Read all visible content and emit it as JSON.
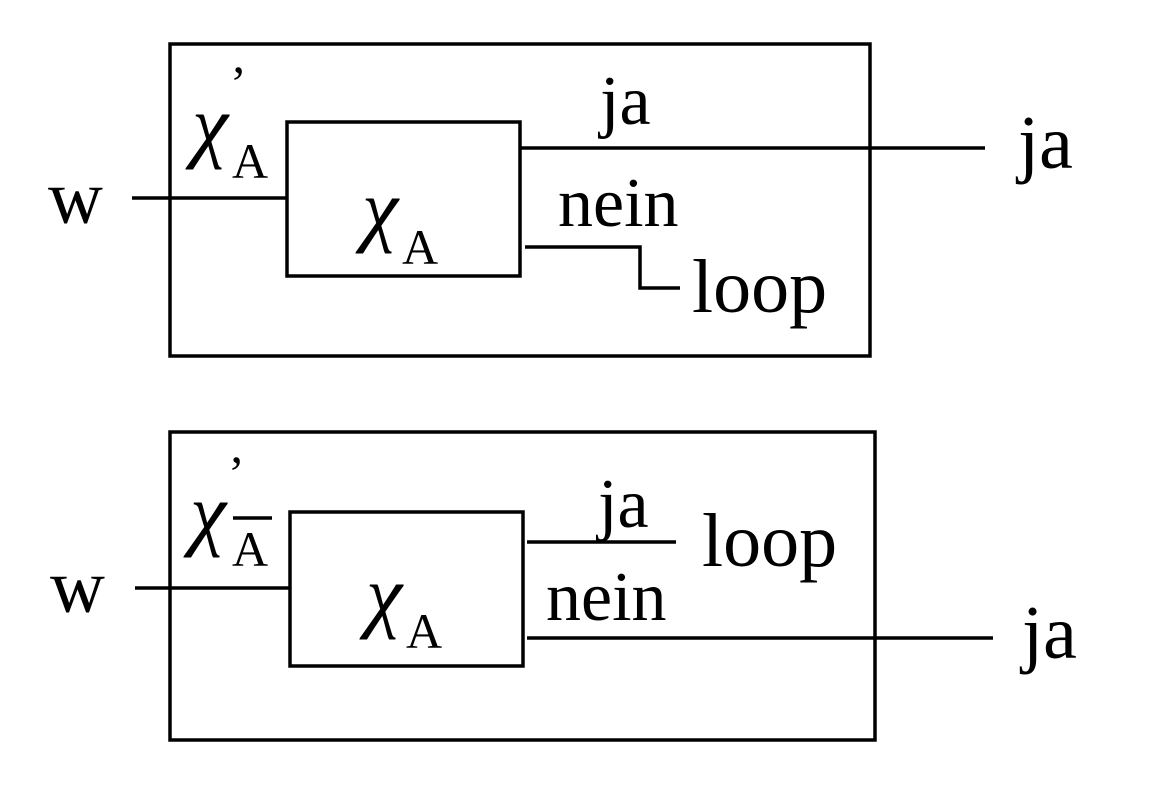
{
  "diagrams": [
    {
      "input_label": "w",
      "outer_symbol": "χ",
      "outer_prime": "’",
      "outer_subscript": "A",
      "inner_symbol": "χ",
      "inner_subscript": "A",
      "branch_yes": "ja",
      "branch_no": "nein",
      "loop_label": "loop",
      "output_label": "ja"
    },
    {
      "input_label": "w",
      "outer_symbol": "χ",
      "outer_prime": "’",
      "outer_subscript": "A",
      "outer_subscript_overline": true,
      "inner_symbol": "χ",
      "inner_subscript": "A",
      "branch_yes": "ja",
      "branch_no": "nein",
      "loop_label": "loop",
      "output_label": "ja"
    }
  ]
}
